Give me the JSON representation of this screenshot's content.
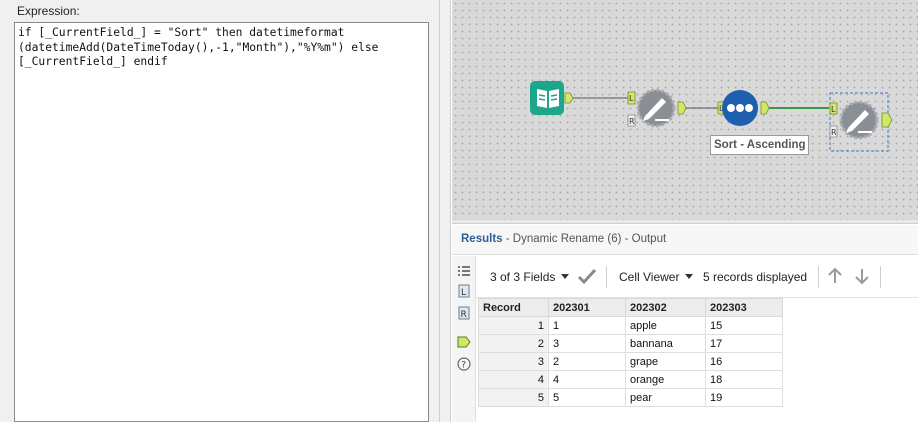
{
  "expression": {
    "label": "Expression:",
    "text": "if [_CurrentField_] = \"Sort\" then datetimeformat\n(datetimeAdd(DateTimeToday(),-1,\"Month\"),\"%Y%m\") else\n[_CurrentField_] endif"
  },
  "canvas": {
    "sort_tool_label": "Sort - Ascending",
    "anchors": {
      "left": "L",
      "right": "R"
    },
    "tools": [
      "input-data-tool",
      "dynamic-rename-tool",
      "sort-tool",
      "dynamic-rename-tool"
    ]
  },
  "results": {
    "title": "Results",
    "subtitle": "- Dynamic Rename (6) - Output",
    "fields_label": "3 of 3 Fields",
    "viewer_label": "Cell Viewer",
    "records_label": "5 records displayed",
    "columns": [
      "Record",
      "202301",
      "202302",
      "202303"
    ],
    "rows": [
      [
        "1",
        "1",
        "apple",
        "15"
      ],
      [
        "2",
        "3",
        "bannana",
        "17"
      ],
      [
        "3",
        "2",
        "grape",
        "16"
      ],
      [
        "4",
        "4",
        "orange",
        "18"
      ],
      [
        "5",
        "5",
        "pear",
        "19"
      ]
    ]
  },
  "colors": {
    "input_tool": "#1ba88a",
    "sort_tool": "#1f5fb0",
    "rename_tool": "#8a8f96",
    "anchor": "#cfe86a",
    "connection": "#3a9a44",
    "selection": "#3c78c8"
  }
}
